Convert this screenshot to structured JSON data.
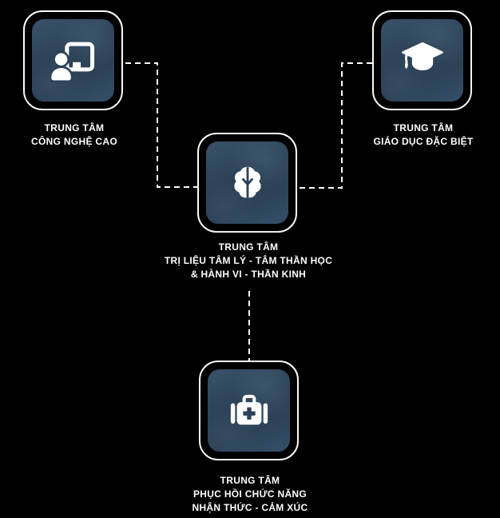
{
  "diagram": {
    "background_color": "#000000",
    "tile_color": "#2d4257",
    "frame_border_color": "#ffffff",
    "connector_color": "#ffffff",
    "connector_style": "dashed",
    "nodes": [
      {
        "id": "cong-nghe-cao",
        "icon": "presentation-board-icon",
        "label_lines": [
          "TRUNG TÂM",
          "CÔNG NGHỆ CAO"
        ]
      },
      {
        "id": "giao-duc-dac-biet",
        "icon": "graduation-cap-icon",
        "label_lines": [
          "TRUNG TÂM",
          "GIÁO DỤC ĐẶC BIỆT"
        ]
      },
      {
        "id": "tri-lieu-tam-ly",
        "icon": "brain-icon",
        "label_lines": [
          "TRUNG TÂM",
          "TRỊ LIỆU TÂM LÝ - TÂM THẦN HỌC",
          "& HÀNH VI - THẦN KINH"
        ]
      },
      {
        "id": "phuc-hoi-chuc-nang",
        "icon": "medical-kit-icon",
        "label_lines": [
          "TRUNG TÂM",
          "PHỤC HỒI CHỨC NĂNG",
          "NHẬN THỨC - CẢM XÚC"
        ]
      }
    ]
  }
}
